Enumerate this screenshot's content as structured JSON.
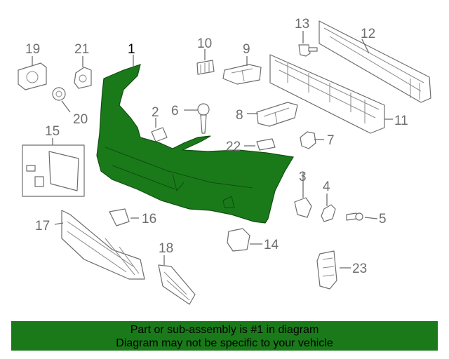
{
  "diagram": {
    "highlight_color": "#1a7a1a",
    "callouts": {
      "p1": "1",
      "p2": "2",
      "p3": "3",
      "p4": "4",
      "p5": "5",
      "p6": "6",
      "p7": "7",
      "p8": "8",
      "p9": "9",
      "p10": "10",
      "p11": "11",
      "p12": "12",
      "p13": "13",
      "p14": "14",
      "p15": "15",
      "p16": "16",
      "p17": "17",
      "p18": "18",
      "p19": "19",
      "p20": "20",
      "p21": "21",
      "p22": "22",
      "p23": "23"
    }
  },
  "banner": {
    "line1": "Part or sub-assembly is #1 in diagram",
    "line2": "Diagram may not be specific to your vehicle"
  }
}
